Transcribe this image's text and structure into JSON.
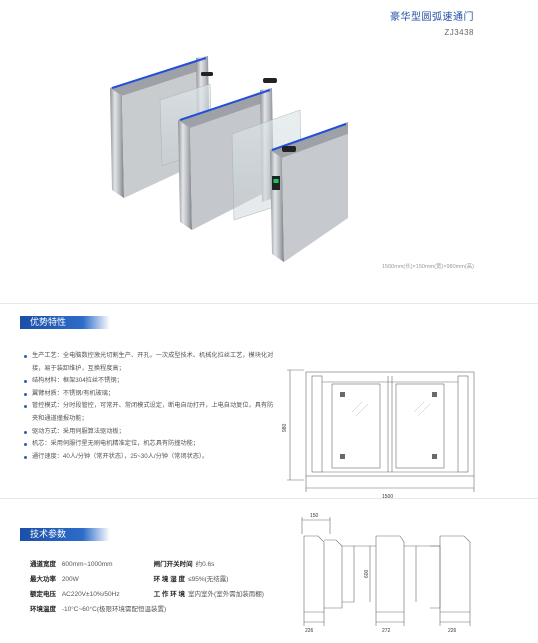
{
  "header": {
    "title": "豪华型圆弧速通门",
    "model": "ZJ3438"
  },
  "product_caption": "1500mm(长)×150mm(宽)×980mm(高)",
  "sections": {
    "features_label": "优势特性",
    "params_label": "技术参数"
  },
  "features": [
    "生产工艺：全电脑数控激光切割生产、开孔，一次成型技术、机械化拉丝工艺，模块化对接，易于装卸维护，互换程度高；",
    "结构材料：框架304拉丝不锈钢；",
    "翼臂材质：不锈钢/有机玻璃；",
    "管控模式：分时段管控，可常开、常闭模式设定，断电自动打开，上电自动复位，具有防夹和通道撞报功能；",
    "驱动方式：采用伺服算法驱动板；",
    "机芯：采用伺服行星无刷电机精准定位，机芯具有防撞功能；",
    "通行速度：40人/分钟（常开状态），25~30人/分钟（常闭状态）。"
  ],
  "specs": [
    {
      "k": "通道宽度",
      "v": "600mm~1000mm",
      "k2": "闸门开关时间",
      "v2": "约0.6s"
    },
    {
      "k": "最大功率",
      "v": "200W",
      "k2": "环 境 湿 度",
      "v2": "≤95%(无结露)"
    },
    {
      "k": "额定电压",
      "v": "AC220V±10%/50Hz",
      "k2": "工 作 环 境",
      "v2": "室内室外(室外需加装雨棚)"
    },
    {
      "k": "环境温度",
      "v": "-10°C~60°C(极限环境需配恒温装置)",
      "k2": "",
      "v2": ""
    }
  ],
  "dimensions": {
    "front_height": "980",
    "front_width": "1500",
    "top_width": "150",
    "top_channel": "600",
    "top_left": "226",
    "top_middle": "272",
    "top_right": "226"
  },
  "colors": {
    "accent": "#1f4fa3",
    "steel": "#b9bcc1",
    "led_blue": "#2450d8",
    "led_green": "#22c35a"
  }
}
